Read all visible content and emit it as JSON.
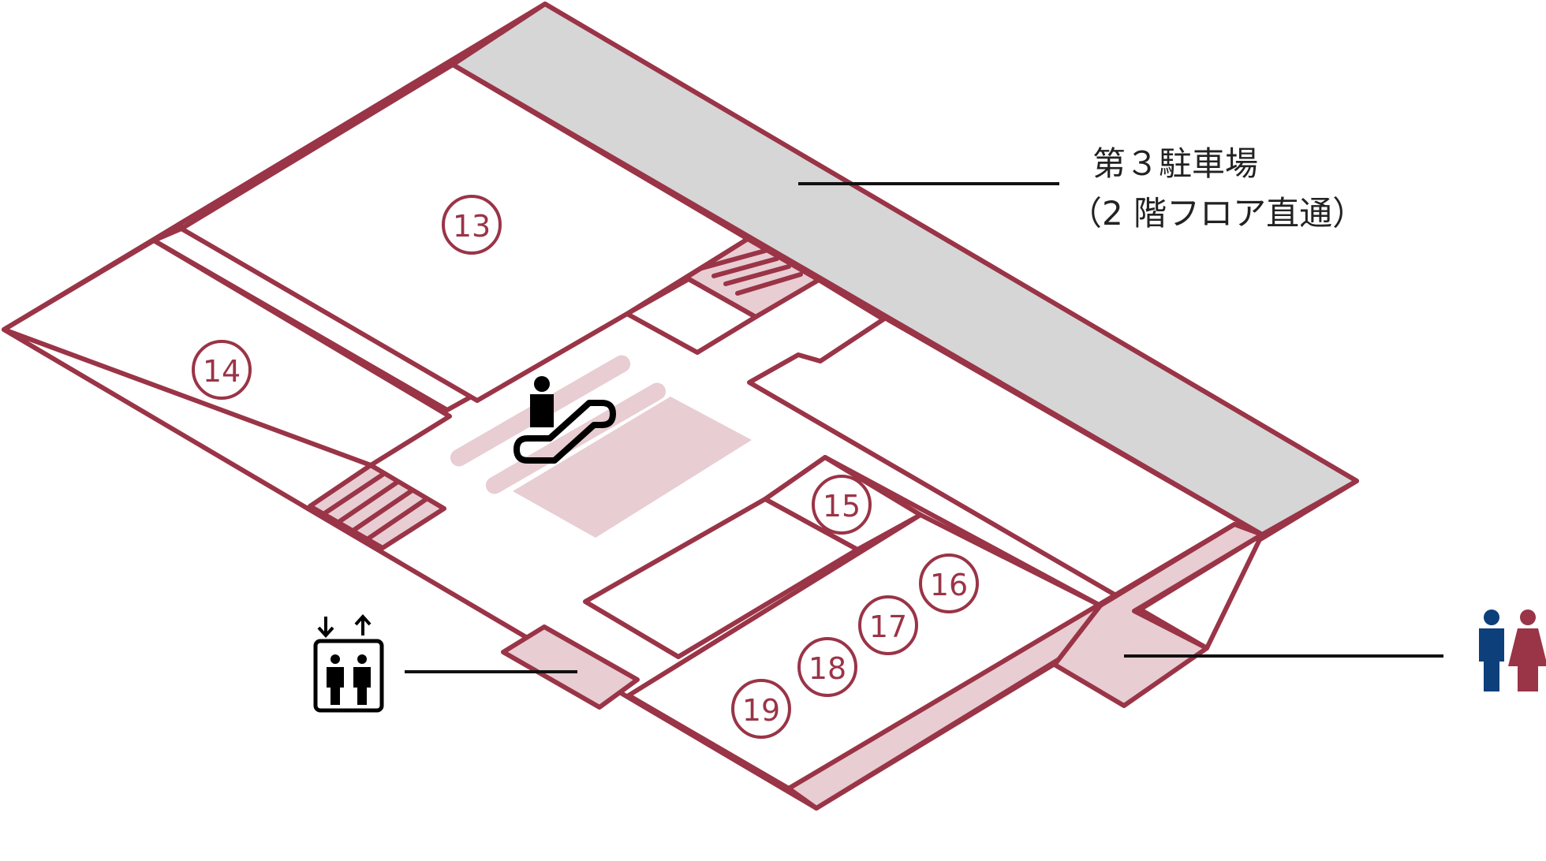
{
  "labels": {
    "parking_line1": "第３駐車場",
    "parking_line2": "（2 階フロア直通）"
  },
  "shops": [
    "13",
    "14",
    "15",
    "16",
    "17",
    "18",
    "19"
  ],
  "icons": {
    "escalator": "escalator-icon",
    "elevator": "elevator-icon",
    "restroom": "restroom-icon"
  },
  "colors": {
    "wall": "#9a3447",
    "facility": "#e8cdd3",
    "parking": "#d6d6d6",
    "male": "#0d3f7a",
    "female": "#9a3447"
  }
}
